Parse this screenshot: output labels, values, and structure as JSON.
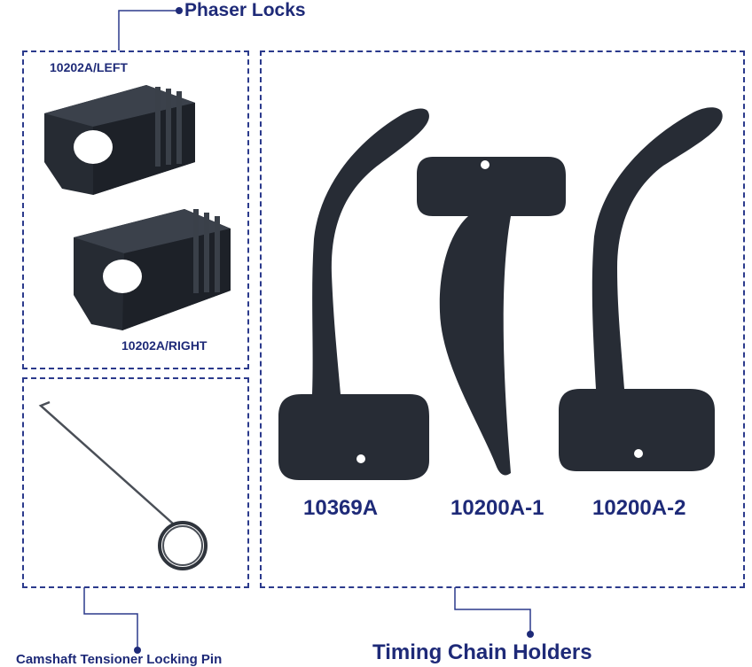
{
  "titles": {
    "phaser_locks": "Phaser Locks",
    "camshaft_pin": "Camshaft Tensioner Locking Pin",
    "timing_chain_holders": "Timing Chain Holders"
  },
  "phaser_panel": {
    "left_label": "10202A/LEFT",
    "right_label": "10202A/RIGHT"
  },
  "holders": [
    {
      "label": "10369A"
    },
    {
      "label": "10200A-1"
    },
    {
      "label": "10200A-2"
    }
  ],
  "colors": {
    "accent": "#1e2a78",
    "dashed_border": "#2b3a8c",
    "tool_body": "#2a2f38"
  }
}
